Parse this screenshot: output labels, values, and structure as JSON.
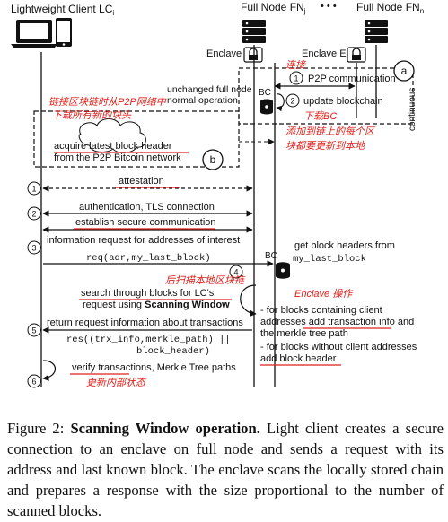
{
  "participants": {
    "light_client": "Lightweight Client LC",
    "light_client_sub": "i",
    "full_node_j": "Full Node FN",
    "full_node_j_sub": "j",
    "dots": "• • •",
    "full_node_n": "Full Node FN",
    "full_node_n_sub": "n"
  },
  "enclaves": {
    "enclave_j": "Enclave E",
    "enclave_j_sub": "j",
    "enclave_n": "Enclave E",
    "enclave_n_sub": "n"
  },
  "background": {
    "badge_a": "a",
    "badge_b": "b",
    "step1_a": "1",
    "p2p": "P2P communication",
    "step2_a": "2",
    "bc_label": "BC",
    "update_bc": "update blockchain",
    "continuous": "continuous",
    "unchanged_line1": "unchanged full node",
    "unchanged_line2": "normal operation",
    "acquire_line1": "acquire latest block header",
    "acquire_line2": "from the P2P Bitcoin network"
  },
  "steps": {
    "s1": "1",
    "attestation": "attestation",
    "s2": "2",
    "auth": "authentication, TLS connection",
    "establish": "establish secure communication",
    "s3": "3",
    "info_request": "information request for addresses of interest",
    "req_call": "req(adr,my_last_block)",
    "bc_label": "BC",
    "get_headers1": "get block headers from",
    "get_headers2": "my_last_block",
    "s4": "4",
    "search1": "search through blocks for LC's",
    "search2_prefix": "request using ",
    "search2_bold": "Scanning Window",
    "bullet1_l1": "- for blocks containing client",
    "bullet1_l2": "addresses add transaction info and",
    "bullet1_l3": "the merkle tree path",
    "bullet2_l1": "- for blocks without client addresses",
    "bullet2_l2": "add block header",
    "s5": "5",
    "return_info": "return request information about transactions",
    "res1": "res((trx_info,merkle_path) ||",
    "res2": "block_header)",
    "s6": "6",
    "verify": "verify transactions, Merkle Tree paths"
  },
  "annotations": {
    "a1": "连接",
    "a2": "链接区块链时从P2P网络中",
    "a3": "下载所有新的块头",
    "a4": "下载BC",
    "a5": "添加到链上的每个区",
    "a6": "块都要更新到本地",
    "a7": "Enclave 操作",
    "a8": "后扫描本地区块链",
    "a9": "更新内部状态"
  },
  "caption": {
    "label": "Figure 2: ",
    "title": "Scanning Window operation.",
    "body": " Light client creates a secure connection to an enclave on full node and sends a request with its address and last known block. The enclave scans the locally stored chain and prepares a response with the size proportional to the number of scanned blocks."
  },
  "colors": {
    "annotation": "#e0201a",
    "line": "#111111"
  }
}
